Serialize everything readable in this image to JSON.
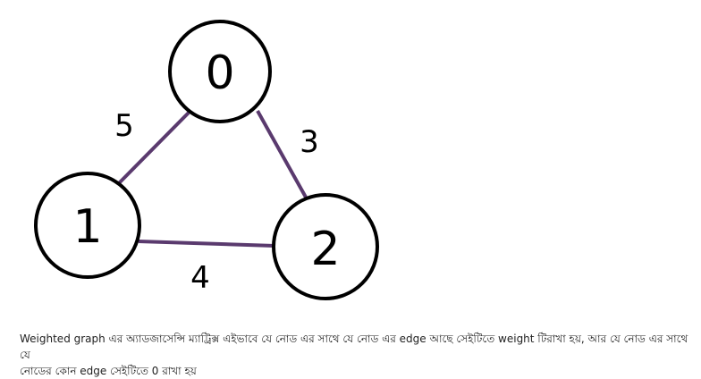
{
  "graph": {
    "nodes": [
      {
        "id": "0",
        "label": "0"
      },
      {
        "id": "1",
        "label": "1"
      },
      {
        "id": "2",
        "label": "2"
      }
    ],
    "edges": [
      {
        "from": "0",
        "to": "1",
        "weight": "5"
      },
      {
        "from": "0",
        "to": "2",
        "weight": "3"
      },
      {
        "from": "1",
        "to": "2",
        "weight": "4"
      }
    ],
    "edge_color": "#5a3a6e",
    "node_stroke_color": "#000000"
  },
  "caption": {
    "line1": "Weighted graph এর অ্যাডজাসেন্সি ম্যাট্রিক্স এইভাবে যে নোড এর সাথে যে নোড এর edge আছে সেইটিতে weight টিরাখা হয়, আর যে নোড এর সাথে যে",
    "line2": "নোডের কোন edge সেইটিতে 0 রাখা হয়"
  }
}
